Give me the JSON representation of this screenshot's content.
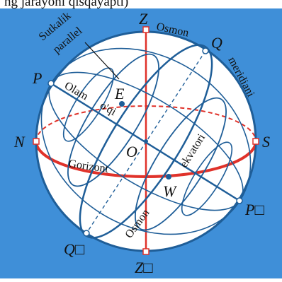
{
  "header_fragment": "ng jarayóni qísqáyapti)",
  "colors": {
    "background": "#3f8fd8",
    "sphere": "#ffffff",
    "horizon": "#e0322a",
    "circles": "#1f5e98",
    "vertical_axis": "#e0322a"
  },
  "labels": {
    "Z": "Z",
    "Z_bottom": "Z□",
    "P": "P",
    "P_bottom": "P□",
    "Q": "Q",
    "Q_bottom": "Q□",
    "N": "N",
    "S": "S",
    "E": "E",
    "W": "W",
    "O": "O",
    "surkalik_1": "Sutkalik",
    "surkalik_2": "parallel",
    "osmon_top": "Osmon",
    "meridiani": "meridiani",
    "olam": "Olam",
    "oqi": "o'qi",
    "gorizont": "Gorizont",
    "ekvatori": "ekvatori",
    "osmon_bottom": "Osmon"
  }
}
